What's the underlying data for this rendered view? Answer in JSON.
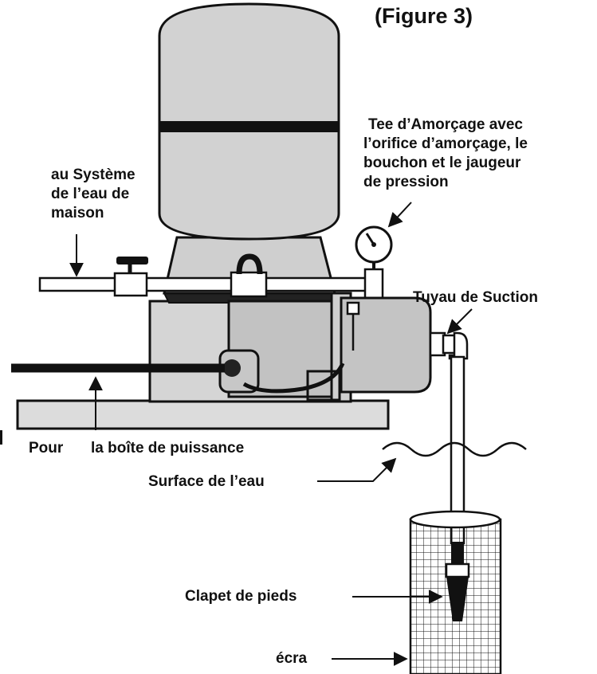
{
  "figure_title": "(Figure 3)",
  "labels": {
    "priming_tee": [
      "Tee d’Amorçage avec",
      "l’orifice d’amorçage, le",
      "bouchon et le jaugeur",
      "de pression"
    ],
    "house_system": [
      "au Système",
      "de l’eau de",
      "maison"
    ],
    "suction_pipe": "Tuyau de Suction",
    "pour": "Pour",
    "power_box": "la boîte de puissance",
    "water_surface": "Surface de l’eau",
    "foot_valve": "Clapet de pieds",
    "screen": "écra"
  },
  "colors": {
    "line": "#111111",
    "tank": "#d2d2d2",
    "base": "#dcdcdc",
    "pump": "#bfbfbf",
    "background": "#ffffff"
  }
}
